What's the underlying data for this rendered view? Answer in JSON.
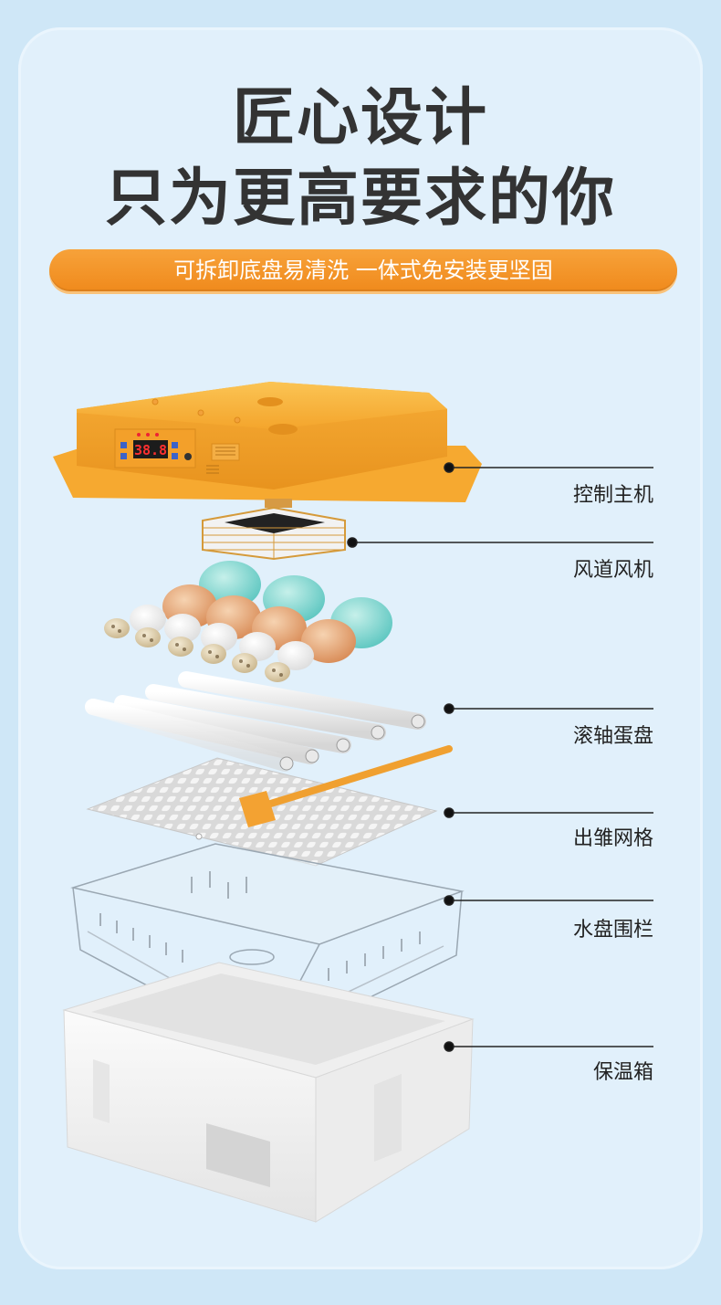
{
  "headline": {
    "line1": "匠心设计",
    "line2": "只为更高要求的你"
  },
  "banner": "可拆卸底盘易清洗  一体式免安装更坚固",
  "controller_display": "38.8",
  "callouts": [
    {
      "label": "控制主机"
    },
    {
      "label": "风道风机"
    },
    {
      "label": "滚轴蛋盘"
    },
    {
      "label": "出雏网格"
    },
    {
      "label": "水盘围栏"
    },
    {
      "label": "保温箱"
    }
  ],
  "colors": {
    "accent": "#f3951f",
    "housing": "#f7b23b",
    "background": "#e1f0fb"
  }
}
